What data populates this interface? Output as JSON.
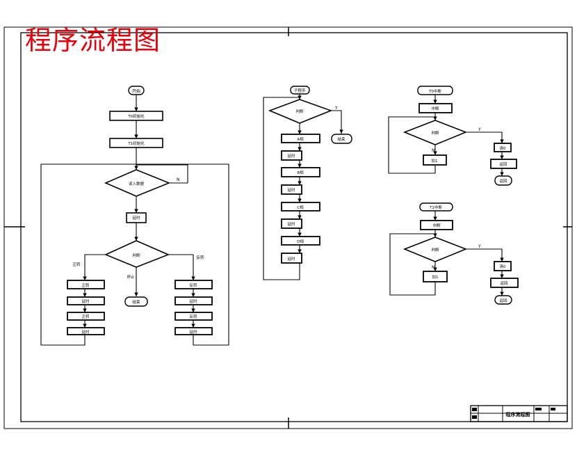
{
  "page": {
    "title": "程序流程图"
  },
  "colors": {
    "title": "#e8000b",
    "line": "#000000",
    "background": "#ffffff"
  },
  "main_flow": {
    "start": "开始",
    "init_1": "T0初始化",
    "init_2": "T1初始化",
    "decision": "读入数据",
    "decision_no": "N",
    "delay": "延时",
    "branch_decision": "判断",
    "left_branch_label": "正转",
    "middle_branch_label": "停止",
    "right_branch_label": "反转",
    "end": "结束",
    "left_steps": [
      "正转",
      "延时",
      "正转",
      "延时"
    ],
    "right_steps": [
      "反转",
      "延时",
      "反转",
      "延时"
    ]
  },
  "sub1": {
    "start": "子程序",
    "decision": "判断",
    "decision_yes": "Y",
    "exit": "结束",
    "steps": [
      "A相",
      "延时",
      "B相",
      "延时",
      "C相",
      "延时",
      "D相",
      "延时"
    ]
  },
  "sub2": {
    "start": "T0中断",
    "first": "中断",
    "decision": "判断",
    "decision_yes": "Y",
    "decision_no": "N",
    "no_step": "加1",
    "yes_step1": "清0",
    "yes_step2": "返回",
    "end": "返回"
  },
  "sub3": {
    "start": "T1中断",
    "first": "中断",
    "decision": "判断",
    "decision_yes": "Y",
    "decision_no": "N",
    "no_step": "加1",
    "yes_step1": "清0",
    "yes_step2": "返回",
    "end": "返回"
  },
  "title_block": {
    "drawing_title": "程序流程图"
  }
}
